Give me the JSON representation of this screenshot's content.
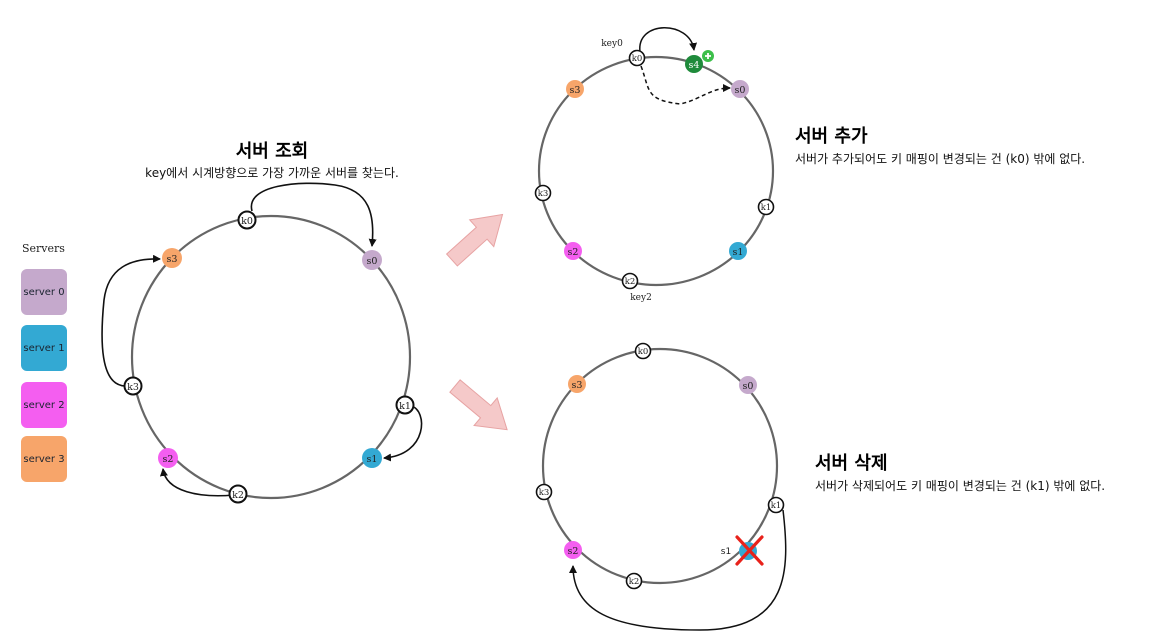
{
  "legend": {
    "title": "Servers",
    "items": [
      {
        "label": "server 0",
        "color": "#c5a9cc"
      },
      {
        "label": "server 1",
        "color": "#33a9d3"
      },
      {
        "label": "server 2",
        "color": "#f45ef0"
      },
      {
        "label": "server 3",
        "color": "#f7a56a"
      }
    ]
  },
  "lookup": {
    "title": "서버 조회",
    "subtitle": "key에서 시계방향으로 가장 가까운 서버를 찾는다."
  },
  "addition": {
    "title": "서버 추가",
    "subtitle": "서버가 추가되어도 키 매핑이 변경되는 건  (k0) 밖에 없다.",
    "key0_label": "key0",
    "key2_label": "key2"
  },
  "deletion": {
    "title": "서버 삭제",
    "subtitle": "서버가 삭제되어도 키 매핑이 변경되는 건  (k1) 밖에 없다.",
    "removed_label": "s1"
  },
  "labels": {
    "s0": "s0",
    "s1": "s1",
    "s2": "s2",
    "s3": "s3",
    "s4": "s4",
    "k0": "k0",
    "k1": "k1",
    "k2": "k2",
    "k3": "k3"
  },
  "colors": {
    "ring": "#666666",
    "s0": "#c5a9cc",
    "s1": "#33a9d3",
    "s2": "#f45ef0",
    "s3": "#f7a56a",
    "s4": "#1f8b3b",
    "add_badge": "#3cbf4a",
    "remove_x": "#e8221b",
    "transition_arrow": "#f5c9c9"
  },
  "icons": {
    "add_badge": "plus-circle-icon",
    "remove_mark": "red-x-icon",
    "transition": "transition-arrow-icon"
  }
}
